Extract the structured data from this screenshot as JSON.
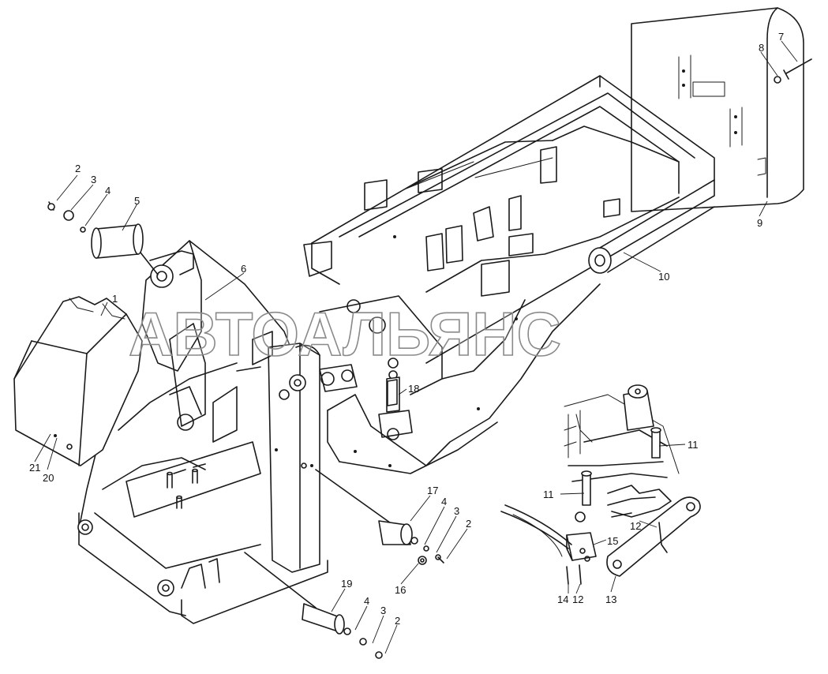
{
  "watermark": "АВТОАЛЬЯНС",
  "callouts": [
    {
      "id": "c1",
      "label": "1"
    },
    {
      "id": "c2a",
      "label": "2"
    },
    {
      "id": "c3a",
      "label": "3"
    },
    {
      "id": "c4a",
      "label": "4"
    },
    {
      "id": "c5",
      "label": "5"
    },
    {
      "id": "c6",
      "label": "6"
    },
    {
      "id": "c7",
      "label": "7"
    },
    {
      "id": "c8",
      "label": "8"
    },
    {
      "id": "c9",
      "label": "9"
    },
    {
      "id": "c10",
      "label": "10"
    },
    {
      "id": "c11a",
      "label": "11"
    },
    {
      "id": "c11b",
      "label": "11"
    },
    {
      "id": "c12a",
      "label": "12"
    },
    {
      "id": "c12b",
      "label": "12"
    },
    {
      "id": "c13",
      "label": "13"
    },
    {
      "id": "c14",
      "label": "14"
    },
    {
      "id": "c15",
      "label": "15"
    },
    {
      "id": "c16",
      "label": "16"
    },
    {
      "id": "c17",
      "label": "17"
    },
    {
      "id": "c4b",
      "label": "4"
    },
    {
      "id": "c3b",
      "label": "3"
    },
    {
      "id": "c2b",
      "label": "2"
    },
    {
      "id": "c18",
      "label": "18"
    },
    {
      "id": "c19",
      "label": "19"
    },
    {
      "id": "c4c",
      "label": "4"
    },
    {
      "id": "c3c",
      "label": "3"
    },
    {
      "id": "c2c",
      "label": "2"
    },
    {
      "id": "c20",
      "label": "20"
    },
    {
      "id": "c21",
      "label": "21"
    }
  ]
}
